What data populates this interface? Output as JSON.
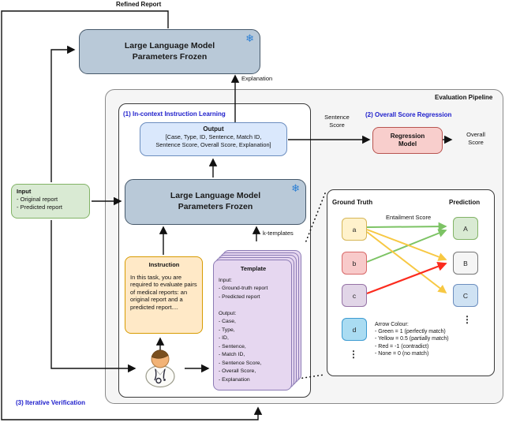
{
  "labels": {
    "refined_report": "Refined Report",
    "explanation": "Explanation",
    "evaluation_pipeline": "Evaluation Pipeline",
    "section1": "(1) In-context Instruction Learning",
    "section2": "(2) Overall Score Regression",
    "section3": "(3) Iterative Verification",
    "k_templates": "k-templates",
    "sentence_score_line1": "Sentence",
    "sentence_score_line2": "Score",
    "overall_score_line1": "Overall",
    "overall_score_line2": "Score"
  },
  "llm_top": {
    "line1": "Large Language Model",
    "line2": "Parameters Frozen",
    "icon": "frozen-snowflake"
  },
  "llm_mid": {
    "line1": "Large Language Model",
    "line2": "Parameters Frozen",
    "icon": "frozen-snowflake"
  },
  "input_box": {
    "title": "Input",
    "items": [
      "- Original report",
      "- Predicted report"
    ]
  },
  "output_box": {
    "title": "Output",
    "line1": "[Case, Type, ID, Sentence, Match ID,",
    "line2": "Sentence Score, Overall Score, Explanation]"
  },
  "regression_box": {
    "line1": "Regression",
    "line2": "Model"
  },
  "instruction_box": {
    "title": "Instruction",
    "body": "In this task, you are required to evaluate pairs of medical reports: an original report and a predicted report...."
  },
  "template_box": {
    "title": "Template",
    "lines": [
      "Input:",
      "- Ground-truth report",
      "- Predicted report",
      "",
      "Output:",
      "- Case,",
      "- Type,",
      "- ID,",
      "- Sentence,",
      "- Match ID,",
      "- Sentence Score,",
      "- Overall Score,",
      "- Explanation"
    ]
  },
  "match_panel": {
    "ground_truth_title": "Ground Truth",
    "prediction_title": "Prediction",
    "entailment_label": "Entailment Score",
    "gt": [
      {
        "label": "a"
      },
      {
        "label": "b"
      },
      {
        "label": "c"
      },
      {
        "label": "d"
      }
    ],
    "pred": [
      {
        "label": "A"
      },
      {
        "label": "B"
      },
      {
        "label": "C"
      }
    ],
    "edges": [
      {
        "from": "a",
        "to": "A",
        "color": "green"
      },
      {
        "from": "a",
        "to": "B",
        "color": "yellow"
      },
      {
        "from": "a",
        "to": "C",
        "color": "yellow"
      },
      {
        "from": "b",
        "to": "A",
        "color": "green"
      },
      {
        "from": "c",
        "to": "B",
        "color": "red"
      }
    ],
    "legend": {
      "title": "Arrow Colour:",
      "lines": [
        "- Green = 1 (perfectly match)",
        "- Yellow = 0.5 (partially match)",
        "- Red = -1 (contradict)",
        "- None = 0 (no match)"
      ]
    },
    "ellipsis": "⋮"
  },
  "colors": {
    "llm_box_fill": "#b9c9d8",
    "llm_box_border": "#46586a",
    "snowflake": "#2b7fd4",
    "input_fill": "#d9ead3",
    "input_border": "#82b366",
    "output_fill": "#dae8fc",
    "output_border": "#6c8ebf",
    "regression_fill": "#f8cecc",
    "regression_border": "#b85450",
    "instruction_fill": "#ffe9c7",
    "instruction_border": "#d79b00",
    "template_fill": "#e6d7f0",
    "template_border": "#8b7bb5",
    "pipeline_fill": "#f5f5f5",
    "section_label_blue": "#2020cc",
    "arrow_green": "#7cc364",
    "arrow_yellow": "#f7c843",
    "arrow_red": "#fb2b1e"
  }
}
